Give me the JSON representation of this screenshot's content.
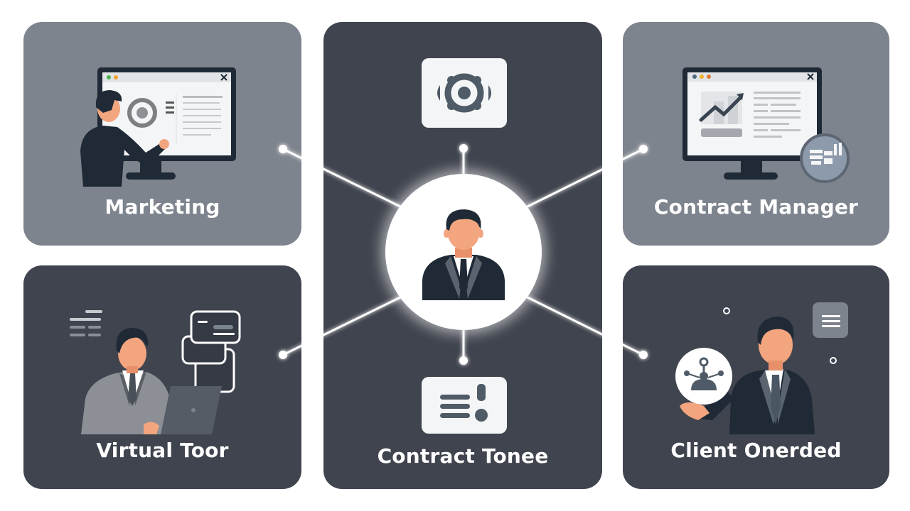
{
  "diagram": {
    "hub": {
      "label": "",
      "icon": "businessman-avatar-icon"
    },
    "nodes": [
      {
        "id": "marketing",
        "label": "Marketing",
        "position": "top-left",
        "icon": "presenter-at-monitor-icon",
        "theme": "light"
      },
      {
        "id": "contract-manager",
        "label": "Contract Manager",
        "position": "top-right",
        "icon": "analytics-monitor-icon",
        "theme": "light"
      },
      {
        "id": "virtual-toor",
        "label": "Virtual Toor",
        "position": "bottom-left",
        "icon": "person-with-laptop-chat-icon",
        "theme": "dark"
      },
      {
        "id": "client-onerded",
        "label": "Client Onerded",
        "position": "bottom-right",
        "icon": "person-holding-network-icon",
        "theme": "dark"
      },
      {
        "id": "contract-tonee",
        "label": "Contract Tonee",
        "position": "center-column",
        "icon": "document-alert-icon",
        "theme": "dark"
      }
    ],
    "center_top_icon": "target-gear-icon",
    "colors": {
      "light_card": "#7e848d",
      "dark_card": "#40444e",
      "connector": "#ffffff",
      "icon_fill": "#4f5b66",
      "skin": "#f2a57e",
      "suit": "#1f2a36",
      "background": "#ffffff"
    }
  }
}
